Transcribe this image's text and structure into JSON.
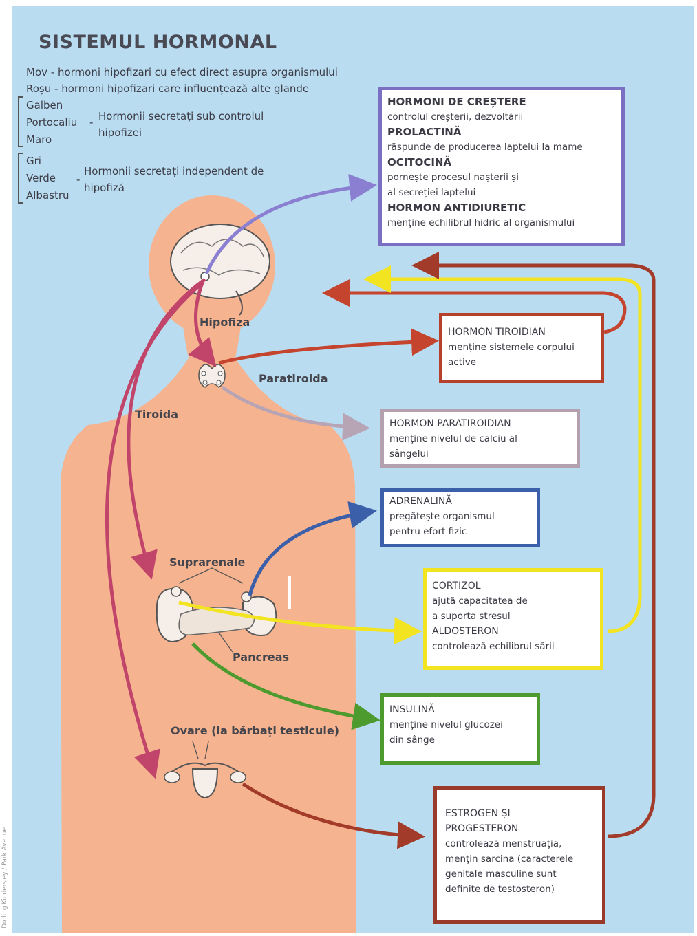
{
  "title": "SISTEMUL HORMONAL",
  "legend": {
    "line1": "Mov - hormoni hipofizari cu efect direct asupra organismului",
    "line2": "Roșu - hormoni hipofizari care influențează alte glande",
    "group1": {
      "colors": [
        "Galben",
        "Portocaliu",
        "Maro"
      ],
      "dash": "-",
      "text_line1": "Hormonii secretați sub controlul",
      "text_line2": "hipofizei"
    },
    "group2": {
      "colors": [
        "Gri",
        "Verde",
        "Albastru"
      ],
      "dash": "-",
      "text_line1": "Hormonii secretați independent de",
      "text_line2": "hipofiză"
    }
  },
  "organ_labels": {
    "hipofiza": "Hipofiza",
    "paratiroida": "Paratiroida",
    "tiroida": "Tiroida",
    "suprarenale": "Suprarenale",
    "pancreas": "Pancreas",
    "ovare": "Ovare (la bărbați testicule)"
  },
  "boxes": {
    "pituitary": {
      "h1": "HORMONI DE CREȘTERE",
      "d1": "controlul creșterii, dezvoltării",
      "h2": "PROLACTINĂ",
      "d2": "răspunde de producerea laptelui la mame",
      "h3": "OCITOCINĂ",
      "d3a": "pornește procesul nașterii și",
      "d3b": "al secreției laptelui",
      "h4": "HORMON ANTIDIURETIC",
      "d4": "menține echilibrul hidric al organismului"
    },
    "thyroid": {
      "h": "HORMON TIROIDIAN",
      "d1": "menține sistemele corpului",
      "d2": "active"
    },
    "parathyroid": {
      "h": "HORMON PARATIROIDIAN",
      "d1": "menține nivelul de calciu al",
      "d2": "sângelui"
    },
    "adrenaline": {
      "h": "ADRENALINĂ",
      "d1": "pregătește organismul",
      "d2": "pentru efort fizic"
    },
    "cortisol": {
      "h1": "CORTIZOL",
      "d1": "ajută capacitatea de",
      "d2": "a suporta stresul",
      "h2": "ALDOSTERON",
      "d3": "controlează echilibrul sării"
    },
    "insulin": {
      "h": "INSULINĂ",
      "d1": "menține nivelul glucozei",
      "d2": "din sânge"
    },
    "estrogen": {
      "h1": "ESTROGEN ȘI",
      "h2": "PROGESTERON",
      "d1": "controlează menstruația,",
      "d2": "mențin sarcina (caracterele",
      "d3": "genitale masculine sunt",
      "d4": "definite de testosteron)"
    }
  },
  "colors": {
    "background": "#b9dcf0",
    "skin": "#f5b38f",
    "purple": "#7b6fc4",
    "red": "#b5402c",
    "magenta": "#c1446a",
    "yellow": "#f3e421",
    "brown": "#9a3a2a",
    "grey": "#b3a1b0",
    "blue": "#3b5fa8",
    "green": "#4d9a2e"
  },
  "side_text": "Dorling Kindersley / Park Avenue"
}
